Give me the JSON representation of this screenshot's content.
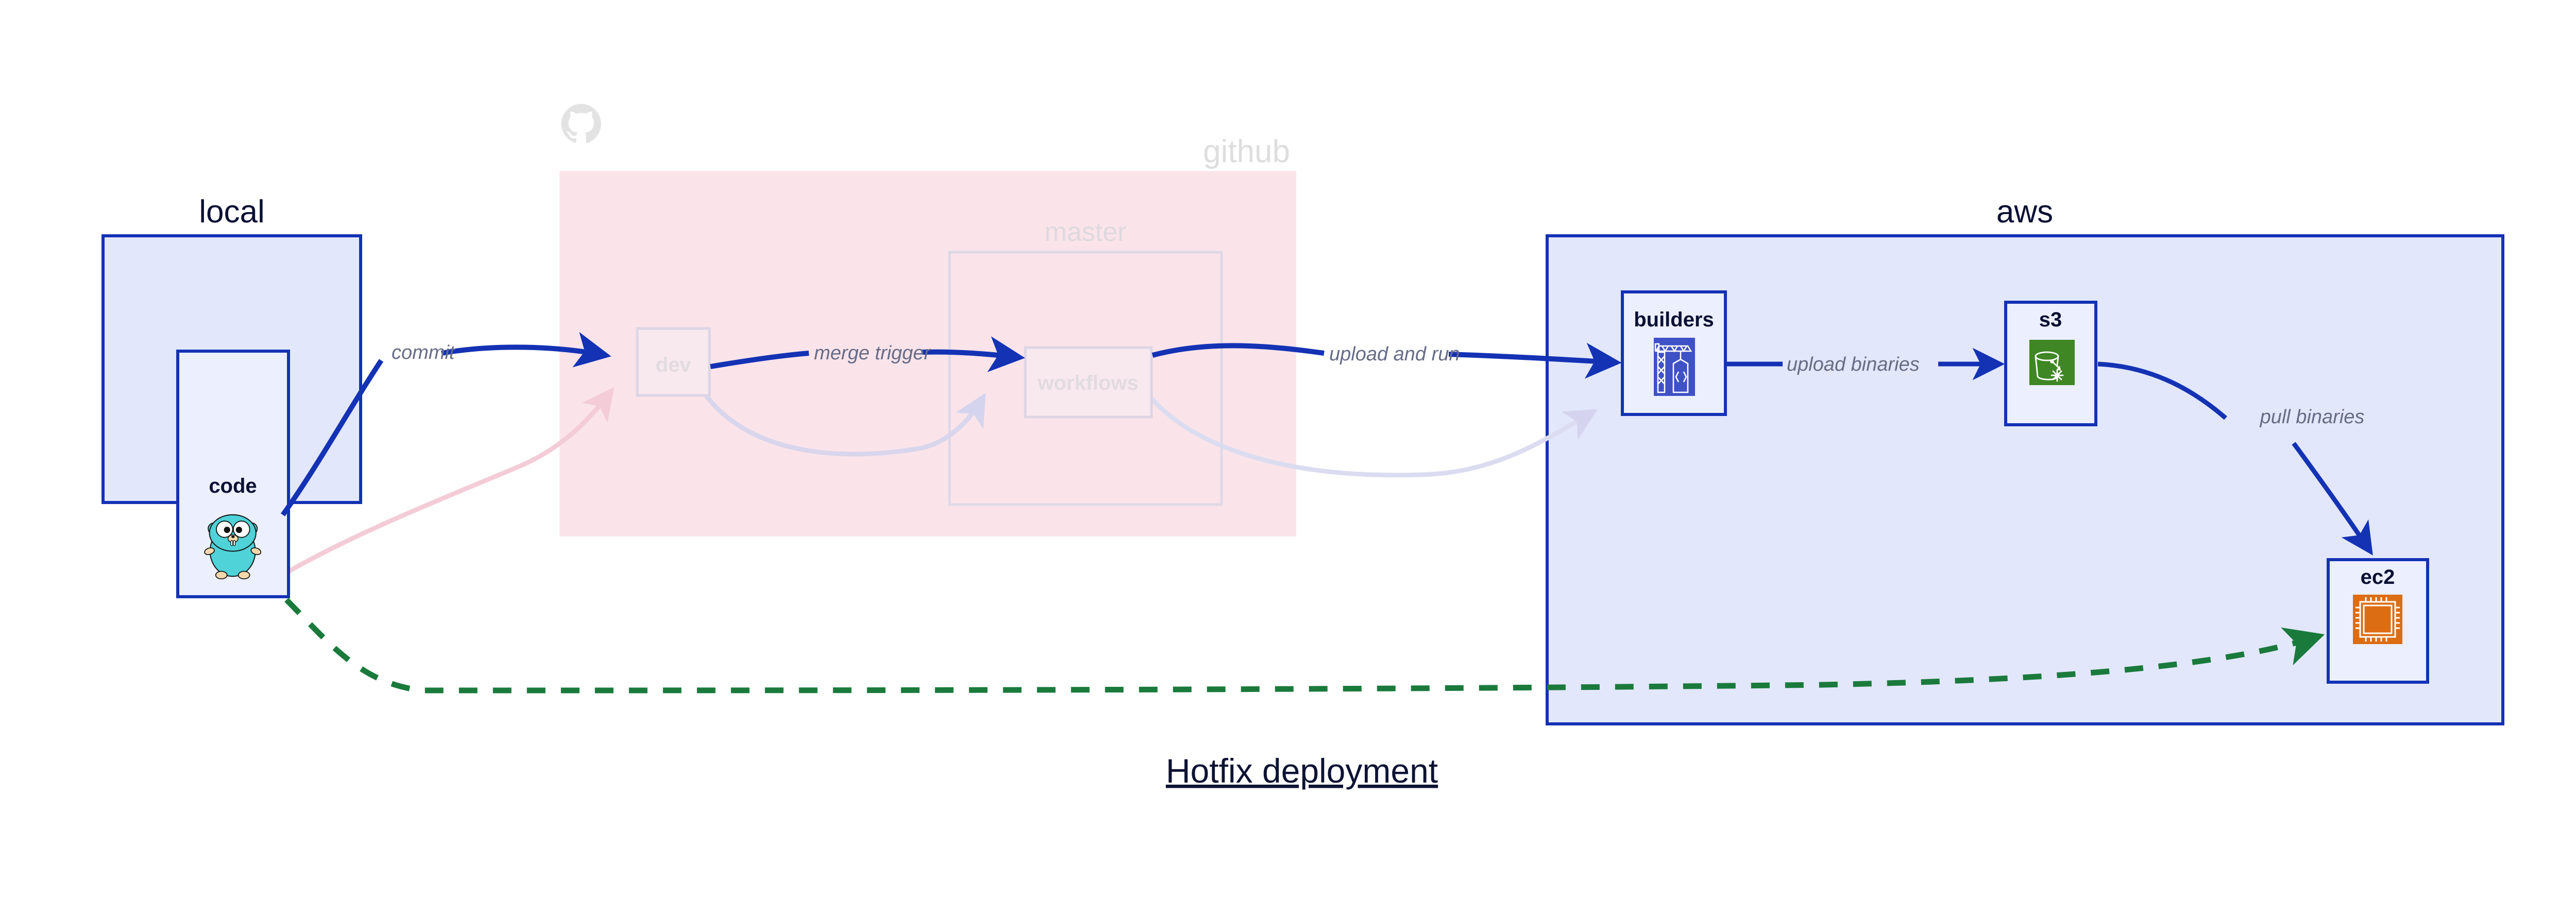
{
  "diagram": {
    "title": "Hotfix deployment",
    "title_underlined": true,
    "background": "#ffffff"
  },
  "palette": {
    "accent_blue": "#1432b4",
    "container_fill_blue": "#e2e7fb",
    "container_fill_pink": "#fae4ea",
    "node_fill": "#eceffd",
    "edge_blue": "#1432b4",
    "edge_green": "#1a7a3c",
    "edge_label_gray": "#676c87",
    "dim_gray": "#dedede",
    "go_teal": "#4fd2d8",
    "builders_blue": "#3f51c7",
    "s3_green": "#3f8624",
    "ec2_orange": "#dd6d12",
    "title_dark": "#0a1033"
  },
  "containers": [
    {
      "id": "local",
      "label": "local",
      "label_align": "center",
      "style": "solid",
      "dimmed": false,
      "fill": "#e2e7fb",
      "stroke": "#1432b4"
    },
    {
      "id": "github",
      "label": "github",
      "label_align": "right",
      "style": "dimmed",
      "dimmed": true,
      "fill": "#fae4ea",
      "stroke": "#e8d9e0",
      "icon": "github-octocat-icon"
    },
    {
      "id": "aws",
      "label": "aws",
      "label_align": "center",
      "style": "solid",
      "dimmed": false,
      "fill": "#e2e7fb",
      "stroke": "#1432b4"
    }
  ],
  "groups": [
    {
      "id": "master",
      "label": "master",
      "parent": "github",
      "dimmed": true
    }
  ],
  "nodes": [
    {
      "id": "code",
      "label": "code",
      "parent": "local",
      "icon": "go-gopher-icon",
      "dimmed": false
    },
    {
      "id": "dev",
      "label": "dev",
      "parent": "github",
      "icon": null,
      "dimmed": true
    },
    {
      "id": "workflows",
      "label": "workflows",
      "parent": "master",
      "icon": null,
      "dimmed": true
    },
    {
      "id": "builders",
      "label": "builders",
      "parent": "aws",
      "icon": "crane-code-icon",
      "icon_color": "#3f51c7",
      "dimmed": false
    },
    {
      "id": "s3",
      "label": "s3",
      "parent": "aws",
      "icon": "s3-bucket-icon",
      "icon_color": "#3f8624",
      "dimmed": false
    },
    {
      "id": "ec2",
      "label": "ec2",
      "parent": "aws",
      "icon": "cpu-chip-icon",
      "icon_color": "#dd6d12",
      "dimmed": false
    }
  ],
  "edges": [
    {
      "id": "commit",
      "from": "code",
      "to": "dev",
      "label": "commit",
      "color": "#1432b4",
      "style": "solid",
      "dimmed": false
    },
    {
      "id": "merge-trigger",
      "from": "dev",
      "to": "workflows",
      "label": "merge trigger",
      "color": "#1432b4",
      "style": "solid",
      "dimmed": false
    },
    {
      "id": "upload-and-run",
      "from": "workflows",
      "to": "builders",
      "label": "upload and run",
      "color": "#1432b4",
      "style": "solid",
      "dimmed": false
    },
    {
      "id": "upload-binaries",
      "from": "builders",
      "to": "s3",
      "label": "upload binaries",
      "color": "#1432b4",
      "style": "solid",
      "dimmed": false
    },
    {
      "id": "pull-binaries",
      "from": "s3",
      "to": "ec2",
      "label": "pull binaries",
      "color": "#1432b4",
      "style": "solid",
      "dimmed": false
    },
    {
      "id": "hotfix-direct",
      "from": "code",
      "to": "ec2",
      "label": "",
      "color": "#1a7a3c",
      "style": "dashed",
      "dimmed": false
    },
    {
      "id": "faded-code-dev",
      "from": "code",
      "to": "dev",
      "label": "",
      "color": "#f5d5dd",
      "style": "solid",
      "dimmed": true
    },
    {
      "id": "faded-dev-workflows",
      "from": "dev",
      "to": "workflows",
      "label": "",
      "color": "#d8d5ec",
      "style": "solid",
      "dimmed": true
    },
    {
      "id": "faded-workflows-builders",
      "from": "workflows",
      "to": "builders",
      "label": "",
      "color": "#dbdcf0",
      "style": "solid",
      "dimmed": true
    }
  ]
}
